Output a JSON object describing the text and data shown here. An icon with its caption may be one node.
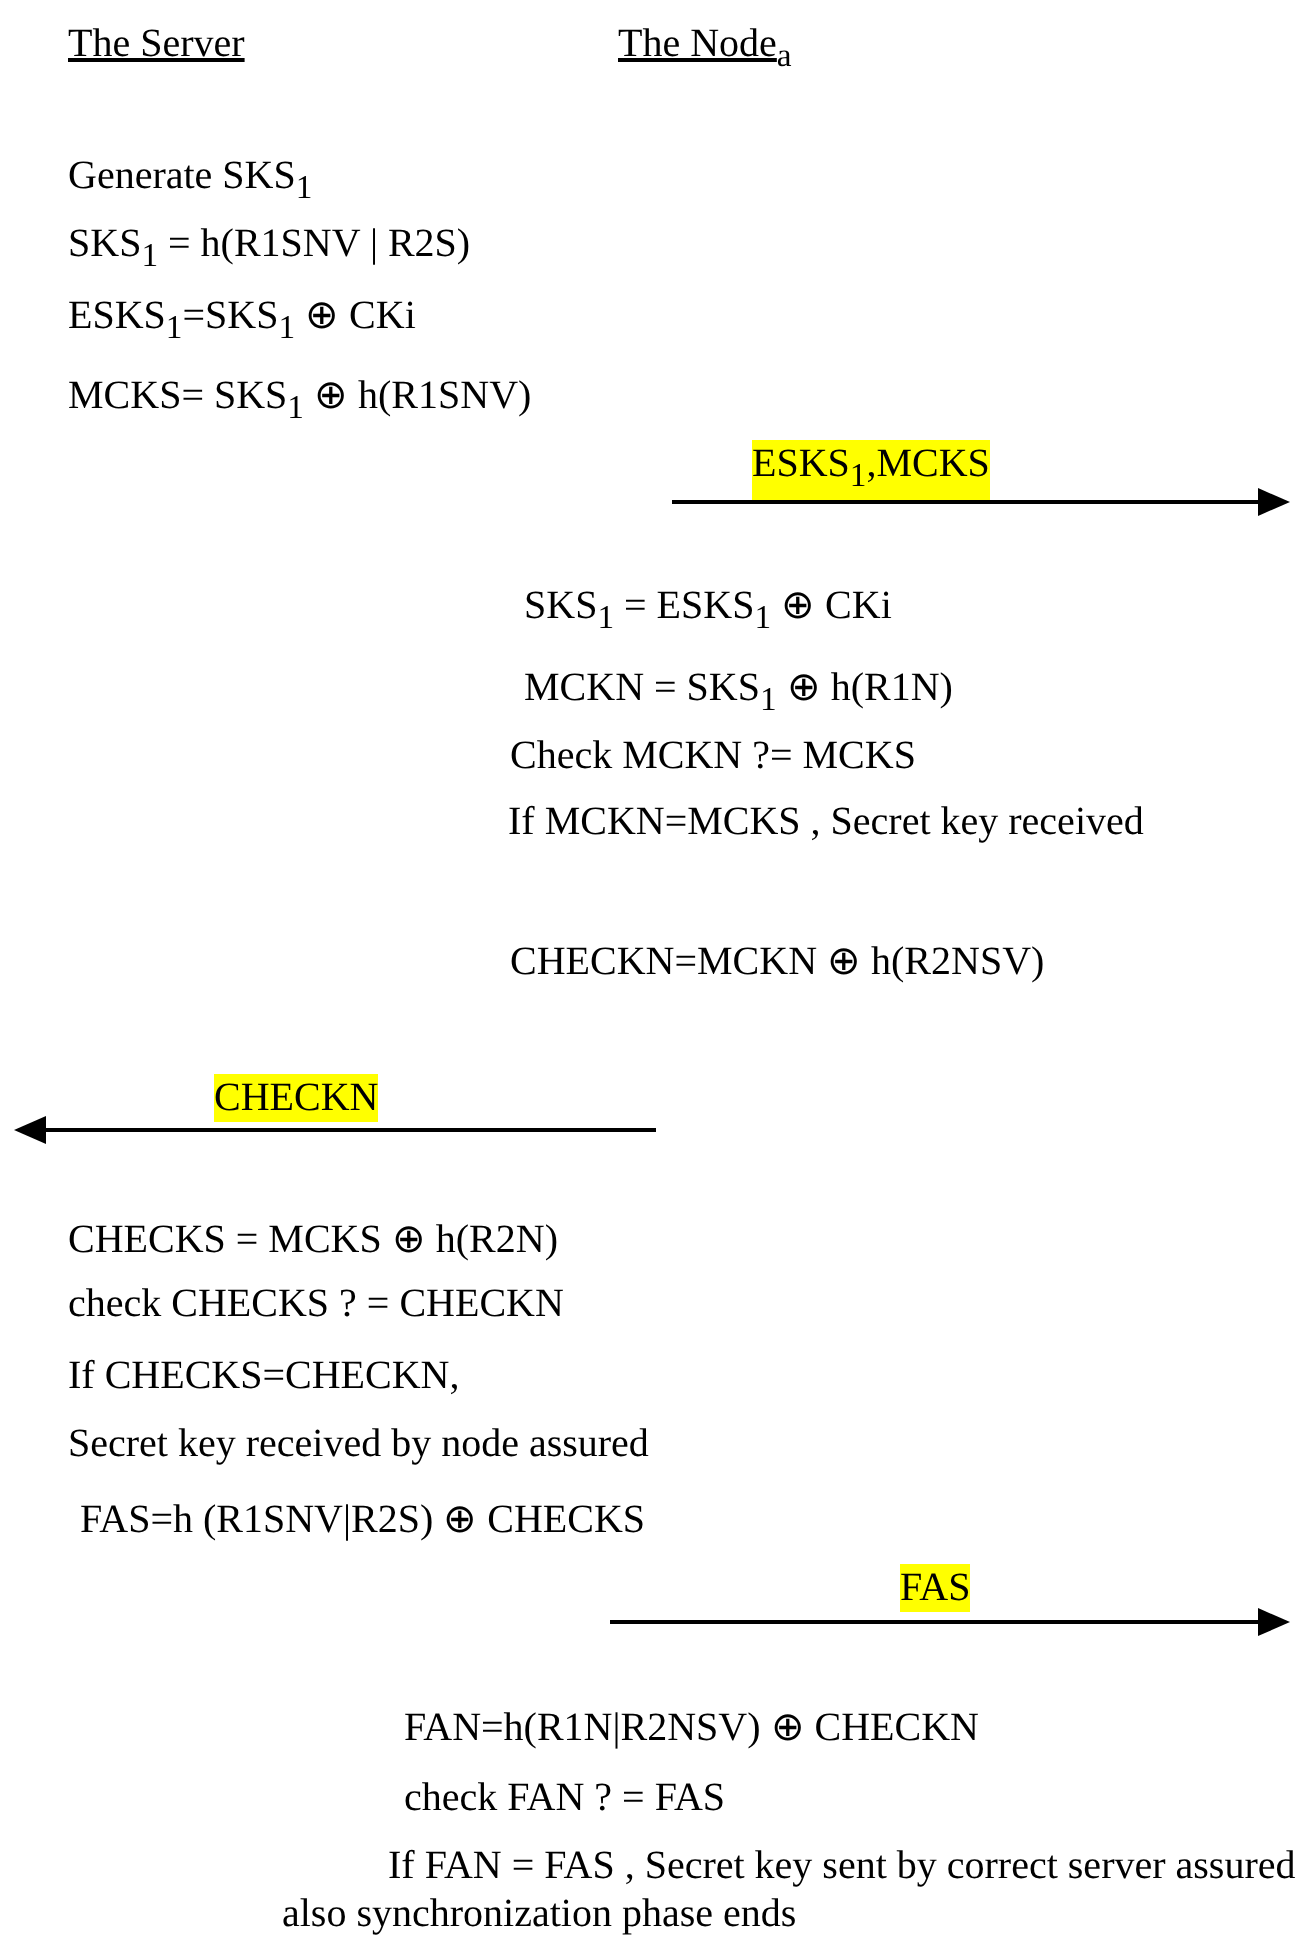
{
  "diagram": {
    "labels": [
      "The Server",
      "The Node$_{a}$",
      "Generate SKS$_{1}$",
      "SKS$_{1}$ = h(R1SNV | R2S)",
      "ESKS$_{1}$=SKS$_{1}$ ⊕ CKi",
      "MCKS= SKS$_{1}$ ⊕ h(R1SNV)",
      "ESKS$_{1}$,MCKS",
      "SKS$_{1}$ = ESKS$_{1}$ ⊕ CKi",
      "MCKN = SKS$_{1}$ ⊕ h(R1N)",
      "Check MCKN ?= MCKS",
      "If MCKN=MCKS , Secret key received",
      "CHECKN=MCKN ⊕ h(R2NSV)",
      "CHECKN",
      "CHECKS = MCKS ⊕ h(R2N)",
      "check CHECKS ? = CHECKN",
      "If CHECKS=CHECKN,",
      "Secret key received by node assured",
      "FAS=h (R1SNV|R2S) ⊕ CHECKS",
      "FAS",
      "FAN=h(R1N|R2NSV) ⊕ CHECKN",
      "check FAN ? = FAS",
      "If FAN = FAS , Secret key sent by correct server assured also synchronization phase ends"
    ]
  }
}
